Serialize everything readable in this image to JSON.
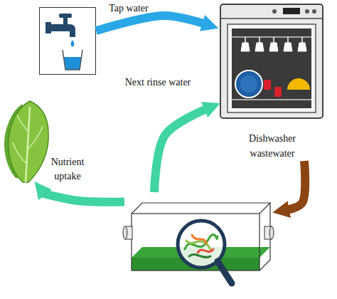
{
  "diagram": {
    "nodes": [
      {
        "text": []
      },
      {
        "text": [
          "Dishwasher wastewater"
        ]
      },
      {
        "text": []
      },
      {
        "text": []
      }
    ],
    "edges": [
      {
        "from": 0,
        "to": 1,
        "arrow": "to",
        "label": "Tap water"
      },
      {
        "from": 1,
        "to": 2,
        "arrow": "to"
      },
      {
        "from": 2,
        "to": 1,
        "arrow": "to",
        "label": "Next rinse water"
      },
      {
        "from": 2,
        "to": 3,
        "arrow": "to",
        "label": "Nutrient uptake"
      }
    ]
  }
}
